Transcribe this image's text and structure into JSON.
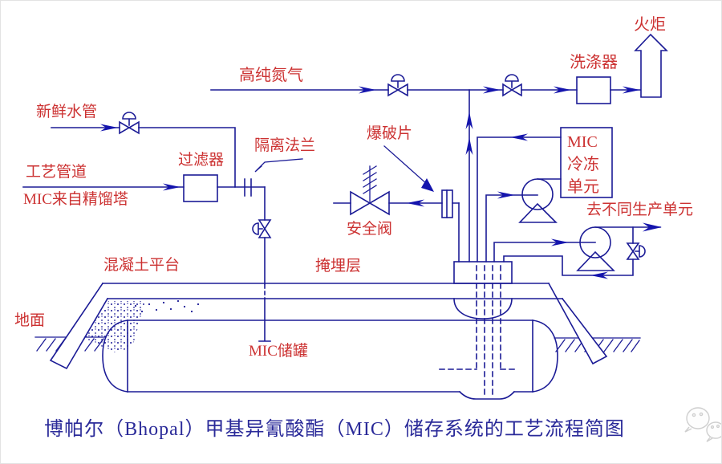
{
  "colors": {
    "line": "#1b1b96",
    "arrow": "#1414ad",
    "label": "#cc3232",
    "title": "#2a2a99",
    "watermark": "#cfcfcf"
  },
  "labels": {
    "nitrogen": "高纯氮气",
    "fresh_water": "新鲜水管",
    "process_pipe": "工艺管道",
    "mic_from_tower": "MIC来自精馏塔",
    "filter": "过滤器",
    "isolation_flange": "隔离法兰",
    "rupture_disc": "爆破片",
    "safety_valve": "安全阀",
    "scrubber": "洗涤器",
    "flare": "火炬",
    "to_production_units": "去不同生产单元",
    "concrete_platform": "混凝土平台",
    "buried_layer": "掩埋层",
    "ground": "地面",
    "mic_tank": "MIC储罐"
  },
  "refrigeration_unit": {
    "lines": [
      "MIC",
      "冷冻",
      "单元"
    ]
  },
  "title": "博帕尔（Bhopal）甲基异氰酸酯（MIC）储存系统的工艺流程简图"
}
